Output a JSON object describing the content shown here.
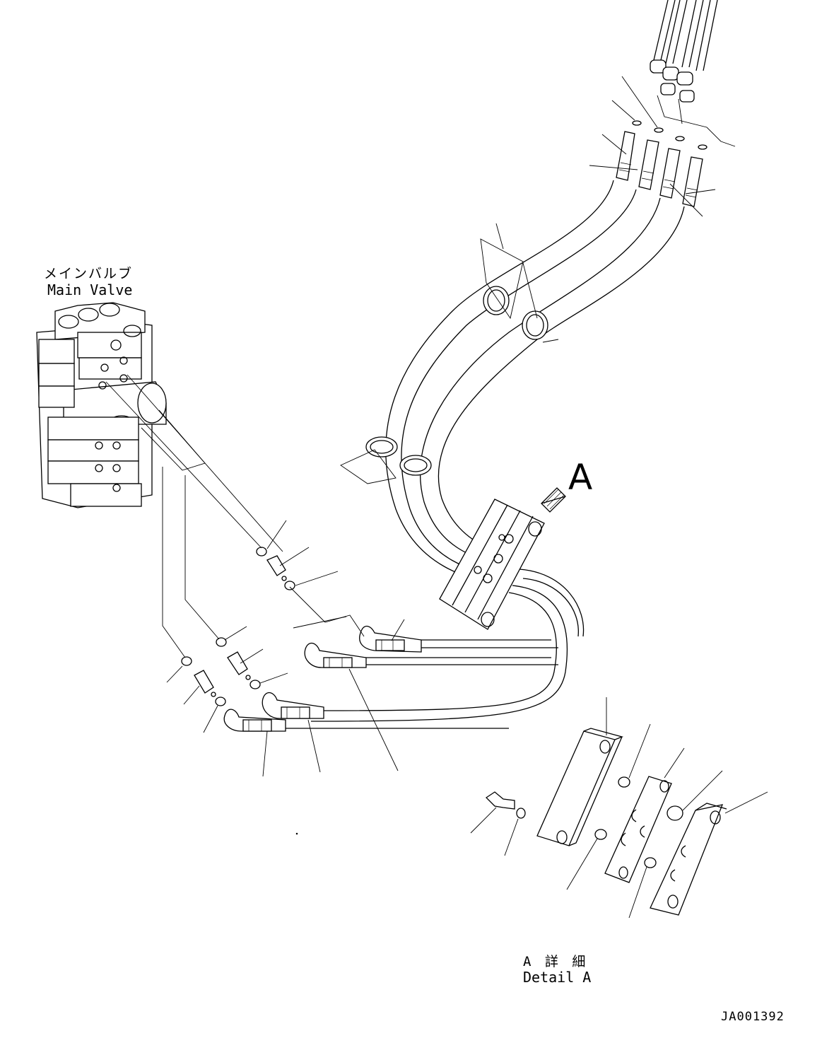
{
  "labels": {
    "main_valve_jp": "メインバルブ",
    "main_valve_en": "Main Valve",
    "view_letter": "A",
    "detail_jp": "A 詳 細",
    "detail_en": "Detail A",
    "drawing_code": "JA001392"
  }
}
